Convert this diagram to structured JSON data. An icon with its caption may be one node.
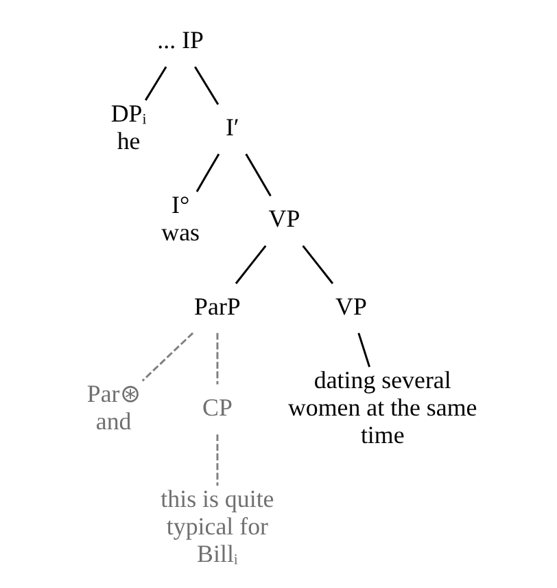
{
  "diagram": {
    "nodes": [
      {
        "text": [
          "... IP"
        ]
      },
      {
        "text": [
          "DPᵢ",
          "he"
        ]
      },
      {
        "text": [
          "I′"
        ]
      },
      {
        "text": [
          "I°",
          "was"
        ]
      },
      {
        "text": [
          "VP"
        ]
      },
      {
        "text": [
          "ParP"
        ]
      },
      {
        "text": [
          "Par⊛",
          "and"
        ]
      },
      {
        "text": [
          "CP"
        ]
      },
      {
        "text": [
          "this is quite typical for Billᵢ"
        ]
      },
      {
        "text": [
          "VP"
        ]
      },
      {
        "text": [
          "dating several women at the same time"
        ]
      }
    ],
    "edges": [
      {
        "from": 0,
        "to": 1,
        "arrow": "none"
      },
      {
        "from": 0,
        "to": 2,
        "arrow": "none"
      },
      {
        "from": 2,
        "to": 3,
        "arrow": "none"
      },
      {
        "from": 2,
        "to": 4,
        "arrow": "none"
      },
      {
        "from": 4,
        "to": 5,
        "arrow": "none"
      },
      {
        "from": 4,
        "to": 9,
        "arrow": "none"
      },
      {
        "from": 5,
        "to": 6,
        "arrow": "none",
        "style": "dashed",
        "color": "#808080"
      },
      {
        "from": 5,
        "to": 7,
        "arrow": "none",
        "style": "dashed",
        "color": "#808080"
      },
      {
        "from": 7,
        "to": 8,
        "arrow": "none",
        "style": "dashed",
        "color": "#808080"
      },
      {
        "from": 9,
        "to": 10,
        "arrow": "none"
      }
    ]
  }
}
